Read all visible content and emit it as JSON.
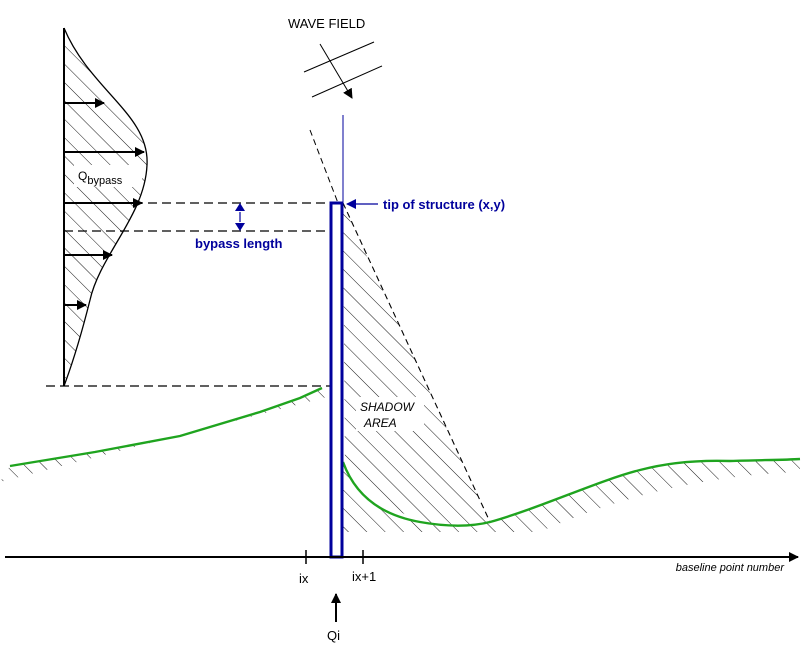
{
  "labels": {
    "wave_field": "WAVE FIELD",
    "q_bypass_main": "Q",
    "q_bypass_sub": "bypass",
    "tip_of_structure": "tip of structure (x,y)",
    "bypass_length": "bypass length",
    "shadow_area_line1": "SHADOW",
    "shadow_area_line2": "AREA",
    "ix": "ix",
    "ix_plus_1": "ix+1",
    "baseline_axis": "baseline point number",
    "qi": "Qi"
  },
  "colors": {
    "structure": "#00009c",
    "coastline": "#1fa41f",
    "line": "#000000",
    "annotation": "#00009c"
  }
}
